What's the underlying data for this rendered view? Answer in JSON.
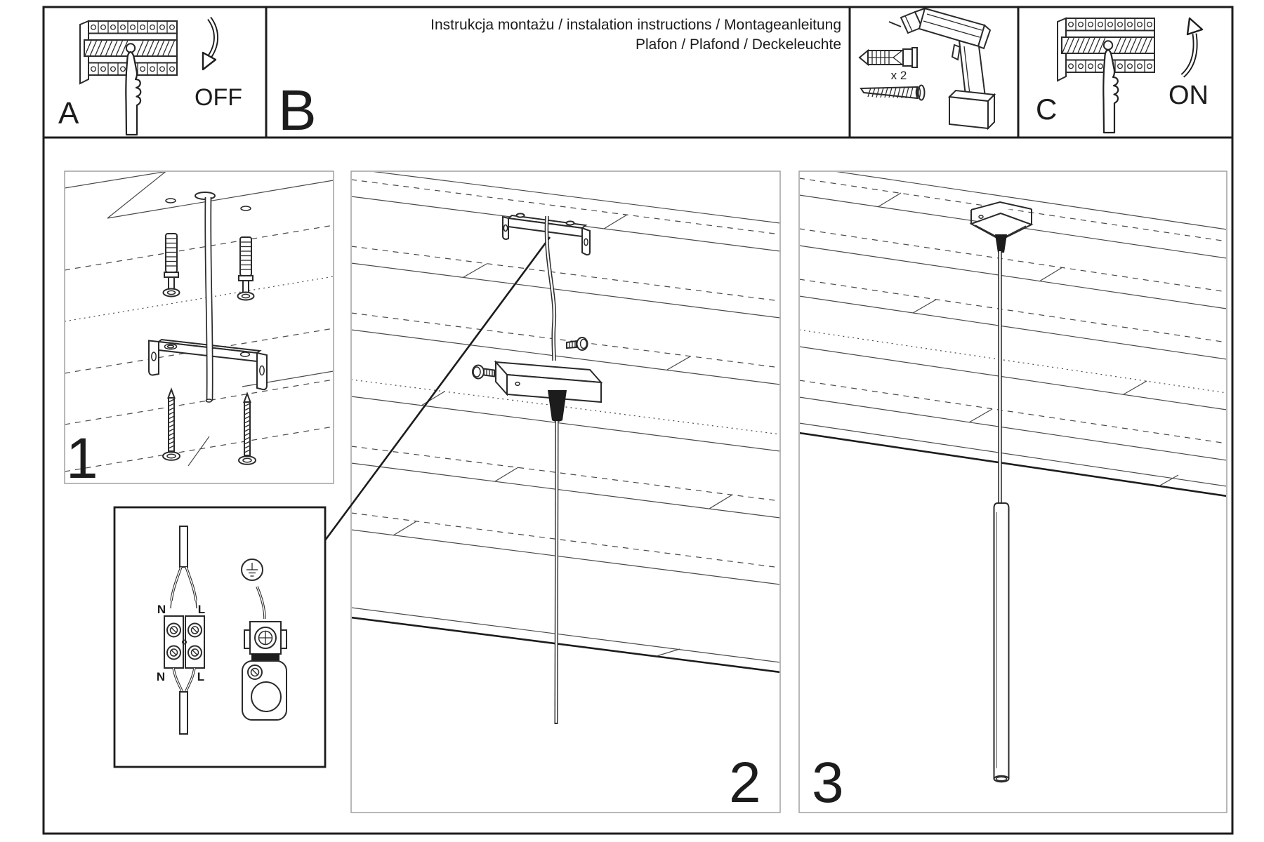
{
  "meta": {
    "sheet_title_line1": "Instrukcja montażu / instalation instructions / Montageanleitung",
    "sheet_title_line2": "Plafon / Plafond / Deckeleuchte"
  },
  "header": {
    "step_a_label": "A",
    "step_a_action": "OFF",
    "step_b_label": "B",
    "step_c_label": "C",
    "step_c_action": "ON",
    "hardware_quantity": "x 2"
  },
  "panels": {
    "step1_number": "1",
    "step2_number": "2",
    "step3_number": "3"
  },
  "wiring": {
    "terminal_top_left": "N",
    "terminal_top_right": "L",
    "terminal_bottom_left": "N",
    "terminal_bottom_right": "L"
  },
  "colors": {
    "ink": "#1c1c1c",
    "line_gray": "#4a4a4a",
    "panel_border": "#9a9a9a",
    "background": "#ffffff"
  }
}
